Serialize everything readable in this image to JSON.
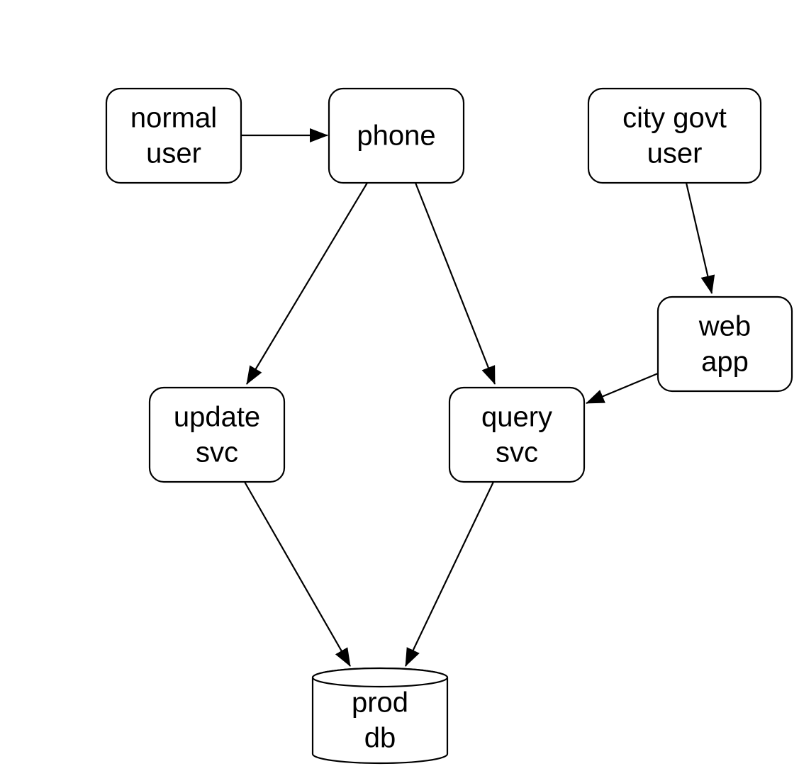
{
  "diagram": {
    "type": "flowchart",
    "colors": {
      "stroke": "#000000",
      "fill": "#ffffff",
      "text": "#000000"
    },
    "nodes": [
      {
        "id": "normal-user",
        "shape": "rounded-rect",
        "lines": [
          "normal",
          "user"
        ]
      },
      {
        "id": "phone",
        "shape": "rounded-rect",
        "lines": [
          "phone"
        ]
      },
      {
        "id": "city-govt-user",
        "shape": "rounded-rect",
        "lines": [
          "city govt",
          "user"
        ]
      },
      {
        "id": "web-app",
        "shape": "rounded-rect",
        "lines": [
          "web",
          "app"
        ]
      },
      {
        "id": "update-svc",
        "shape": "rounded-rect",
        "lines": [
          "update",
          "svc"
        ]
      },
      {
        "id": "query-svc",
        "shape": "rounded-rect",
        "lines": [
          "query",
          "svc"
        ]
      },
      {
        "id": "prod-db",
        "shape": "cylinder",
        "lines": [
          "prod",
          "db"
        ]
      }
    ],
    "edges": [
      {
        "from": "normal-user",
        "to": "phone"
      },
      {
        "from": "phone",
        "to": "update-svc"
      },
      {
        "from": "phone",
        "to": "query-svc"
      },
      {
        "from": "city-govt-user",
        "to": "web-app"
      },
      {
        "from": "web-app",
        "to": "query-svc"
      },
      {
        "from": "update-svc",
        "to": "prod-db"
      },
      {
        "from": "query-svc",
        "to": "prod-db"
      }
    ]
  }
}
